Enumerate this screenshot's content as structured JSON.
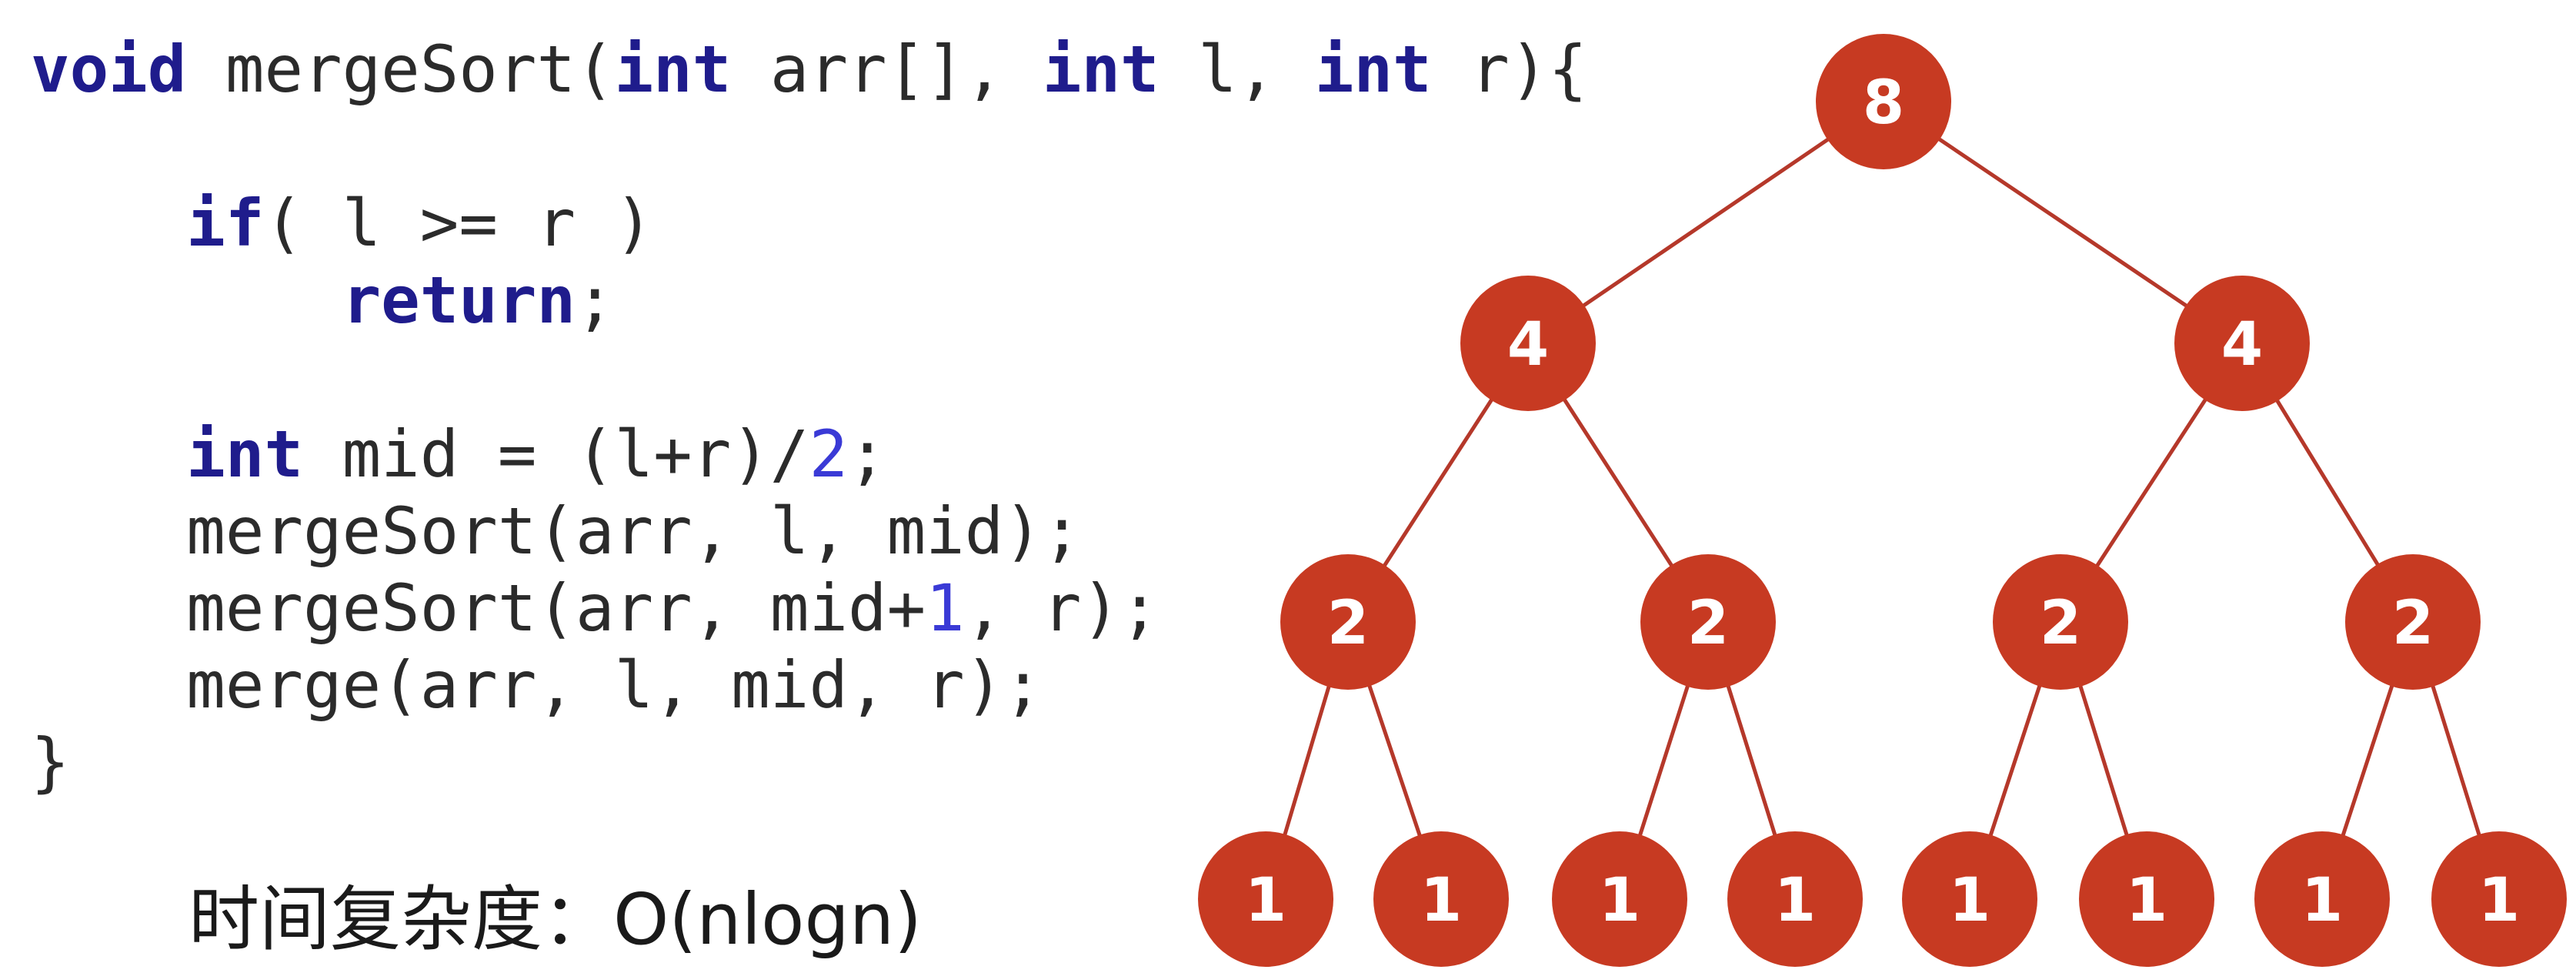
{
  "code": {
    "lines": [
      [
        {
          "t": "void",
          "c": "kw"
        },
        {
          "t": " mergeSort("
        },
        {
          "t": "int",
          "c": "kw"
        },
        {
          "t": " arr[], "
        },
        {
          "t": "int",
          "c": "kw"
        },
        {
          "t": " l, "
        },
        {
          "t": "int",
          "c": "kw"
        },
        {
          "t": " r){"
        }
      ],
      [],
      [
        {
          "t": "    "
        },
        {
          "t": "if",
          "c": "kw"
        },
        {
          "t": "( l >= r )"
        }
      ],
      [
        {
          "t": "        "
        },
        {
          "t": "return",
          "c": "kw"
        },
        {
          "t": ";"
        }
      ],
      [],
      [
        {
          "t": "    "
        },
        {
          "t": "int",
          "c": "kw"
        },
        {
          "t": " mid = (l+r)/"
        },
        {
          "t": "2",
          "c": "num"
        },
        {
          "t": ";"
        }
      ],
      [
        {
          "t": "    mergeSort(arr, l, mid);"
        }
      ],
      [
        {
          "t": "    mergeSort(arr, mid+"
        },
        {
          "t": "1",
          "c": "num"
        },
        {
          "t": ", r);"
        }
      ],
      [
        {
          "t": "    merge(arr, l, mid, r);"
        }
      ],
      [
        {
          "t": "}"
        }
      ]
    ]
  },
  "complexity_label": "时间复杂度：O(nlogn)",
  "tree": {
    "levels": [
      [
        "8"
      ],
      [
        "4",
        "4"
      ],
      [
        "2",
        "2",
        "2",
        "2"
      ],
      [
        "1",
        "1",
        "1",
        "1",
        "1",
        "1",
        "1",
        "1"
      ]
    ],
    "node_color": "#c73a22",
    "edge_color": "#b5382a"
  }
}
